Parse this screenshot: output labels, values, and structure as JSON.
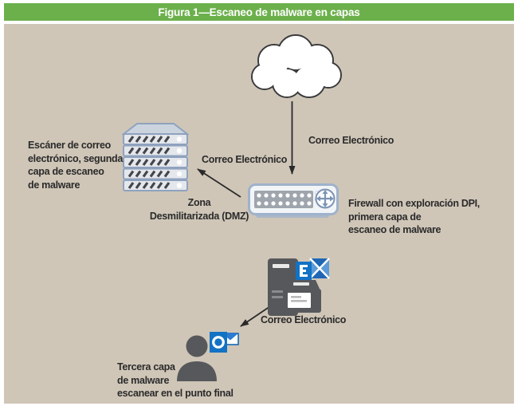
{
  "title": "Figura 1—Escaneo de malware en capas",
  "colors": {
    "header_green": "#6CB04C",
    "background_tan": "#CFC6B8",
    "text_dark": "#2A2A2A",
    "device_gray": "#57585B",
    "server_border_blue": "#8FA2BE",
    "firewall_border_blue": "#9FB2CB",
    "microsoft_blue": "#1272C4",
    "arrow_black": "#2A2A2A"
  },
  "labels": {
    "email_cloud_to_firewall": "Correo Electrónico",
    "email_firewall_to_scanner": "Correo Electrónico",
    "email_server_to_endpoint": "Correo Electrónico",
    "scanner": {
      "line1": "Escáner de correo",
      "line2": "electrónico, segunda",
      "line3": "capa de escaneo",
      "line4": "de malware"
    },
    "dmz": {
      "line1": "Zona",
      "line2": "Desmilitarizada (DMZ)"
    },
    "firewall": {
      "line1": "Firewall con exploración DPI,",
      "line2": "primera capa de",
      "line3": "escaneo de malware"
    },
    "endpoint": {
      "line1": "Tercera capa",
      "line2": "de malware",
      "line3": "escanear en el punto final"
    }
  },
  "icons": {
    "cloud": "internet-cloud",
    "server_stack": "mail-scanner-server-stack",
    "firewall": "dpi-firewall-appliance",
    "tower_pc": "mail-server-tower",
    "exchange": "microsoft-exchange-logo",
    "mail_device": "mail-appliance",
    "outlook": "microsoft-outlook-logo",
    "person": "end-user-person"
  }
}
